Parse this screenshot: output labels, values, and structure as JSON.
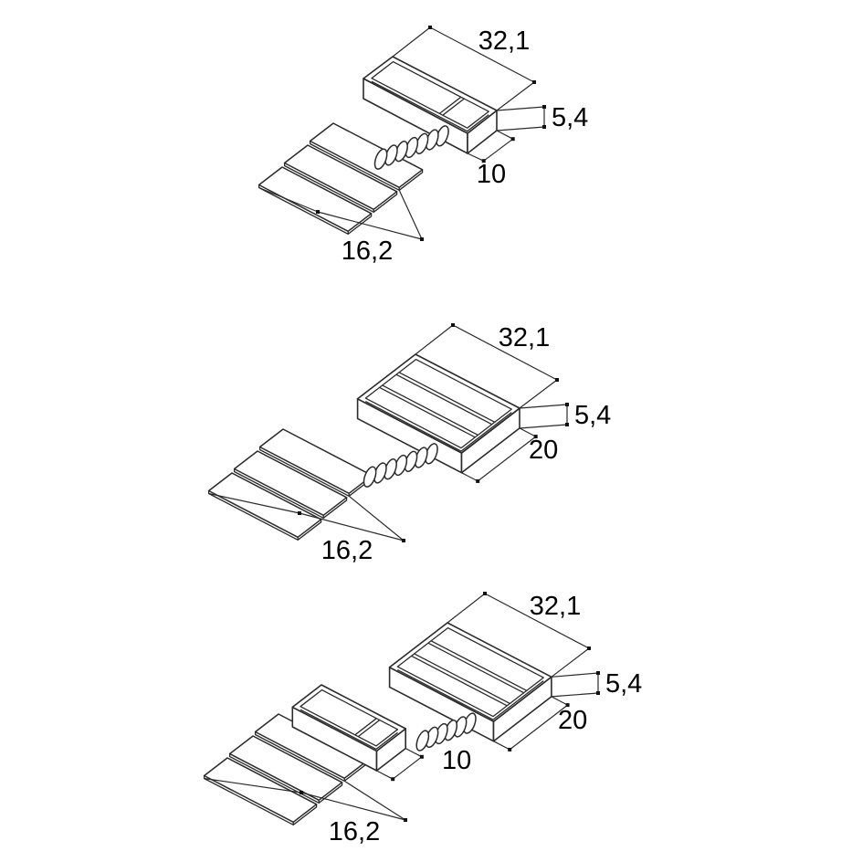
{
  "colors": {
    "line": "#2b2b2b",
    "text": "#000000",
    "background": "#ffffff"
  },
  "diagrams": [
    {
      "id": "connector-variant-1",
      "dims": {
        "length": "32,1",
        "height": "5,4",
        "width": "10",
        "strip": "16,2"
      }
    },
    {
      "id": "connector-variant-2",
      "dims": {
        "length": "32,1",
        "height": "5,4",
        "width": "20",
        "strip": "16,2"
      }
    },
    {
      "id": "connector-variant-3",
      "dims": {
        "length": "32,1",
        "height": "5,4",
        "width_large": "20",
        "width_small": "10",
        "strip": "16,2"
      }
    }
  ]
}
